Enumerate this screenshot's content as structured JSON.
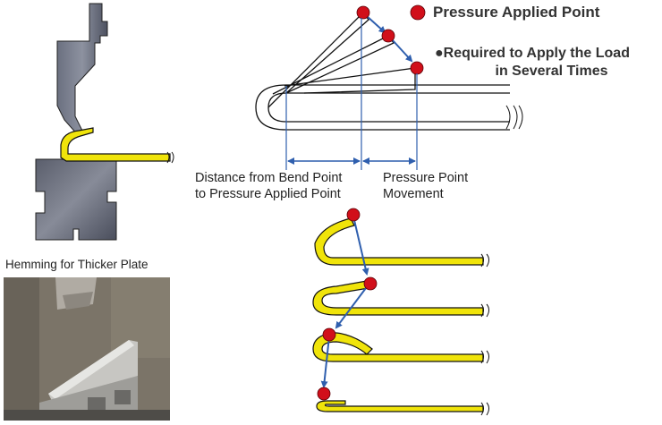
{
  "legend": {
    "label": "Pressure Applied Point"
  },
  "note": {
    "bullet": "●",
    "line1": "Required to Apply the Load",
    "line2": "in Several Times"
  },
  "dimensions": {
    "distance_label_line1": "Distance from Bend Point",
    "distance_label_line2": "to Pressure Applied Point",
    "movement_label_line1": "Pressure Point",
    "movement_label_line2": "Movement"
  },
  "photo": {
    "caption": "Hemming for Thicker Plate"
  },
  "colors": {
    "pressure_point": "#d10f1a",
    "arrow": "#2f5fae",
    "sheet_fill": "#f0e40a",
    "tool_dark": "#4d5160",
    "outline": "#111111"
  }
}
